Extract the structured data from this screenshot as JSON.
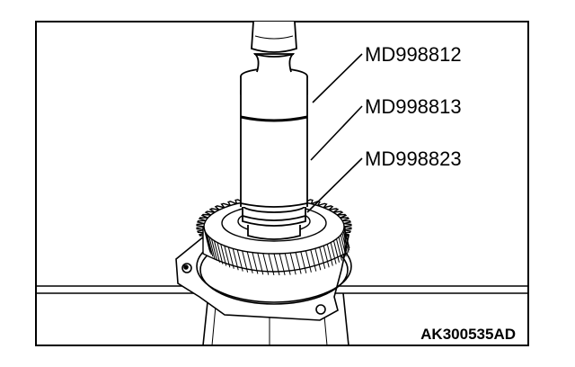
{
  "labels": {
    "tool_1": "MD998812",
    "tool_2": "MD998813",
    "tool_3": "MD998823"
  },
  "figure_code": "AK300535AD"
}
